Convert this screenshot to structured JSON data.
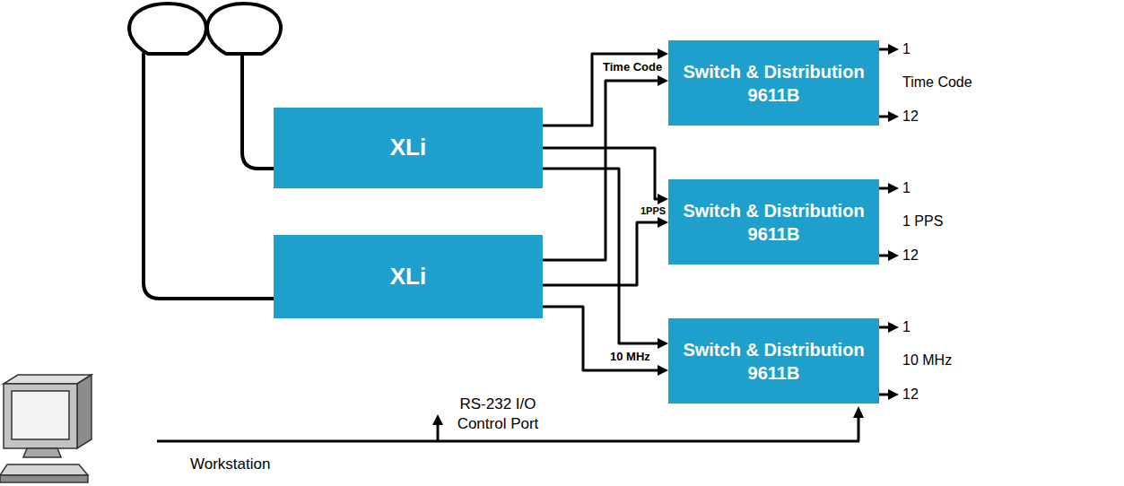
{
  "diagram": {
    "nodes": [
      {
        "text": [
          "XLi"
        ]
      },
      {
        "text": [
          "XLi"
        ]
      },
      {
        "text": [
          "Switch & Distribution 9611B"
        ]
      },
      {
        "text": [
          "Switch & Distribution 9611B"
        ]
      },
      {
        "text": [
          "Switch & Distribution 9611B"
        ]
      }
    ],
    "edges": [
      {
        "from": 0,
        "to": 2,
        "arrow": "to",
        "label": "Time Code"
      },
      {
        "from": 1,
        "to": 2,
        "arrow": "to"
      },
      {
        "from": 0,
        "to": 3,
        "arrow": "to",
        "label": "1PPS"
      },
      {
        "from": 1,
        "to": 3,
        "arrow": "to"
      },
      {
        "from": 0,
        "to": 4,
        "arrow": "to"
      },
      {
        "from": 1,
        "to": 4,
        "arrow": "to",
        "label": "10 MHz"
      }
    ],
    "labels": [
      "1",
      "Time Code",
      "12",
      "1",
      "1 PPS",
      "12",
      "1",
      "10 MHz",
      "12",
      "RS-232 I/O Control Port",
      "Workstation"
    ]
  }
}
